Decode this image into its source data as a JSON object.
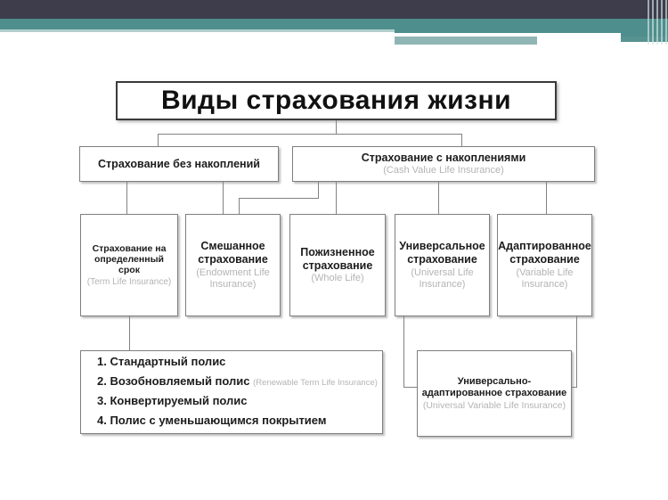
{
  "header": {
    "bar_dark_color": "#3d3d4c",
    "bar_teal_color": "#4e8e8c",
    "bar_pale_color": "#b3cfcd",
    "band_light_color": "#8fb6b4"
  },
  "colors": {
    "text_primary": "#1c1c1c",
    "text_secondary": "#b4b4b4",
    "box_border": "#7f7f7f",
    "title_border": "#3a3a3a",
    "connector": "#828282",
    "background": "#ffffff"
  },
  "diagram": {
    "title": "Виды страхования жизни",
    "level2": [
      {
        "title": "Страхование без накоплений",
        "subtitle": ""
      },
      {
        "title": "Страхование с накоплениями",
        "subtitle": "(Cash Value Life Insurance)"
      }
    ],
    "level3": [
      {
        "title": "Страхование на определенный срок",
        "subtitle": "(Term Life Insurance)"
      },
      {
        "title": "Смешанное страхование",
        "subtitle": "(Endowment Life Insurance)"
      },
      {
        "title": "Пожизненное страхование",
        "subtitle": "(Whole Life)"
      },
      {
        "title": "Универсальное страхование",
        "subtitle": "(Universal Life Insurance)"
      },
      {
        "title": "Адаптированное страхование",
        "subtitle": "(Variable Life Insurance)"
      }
    ],
    "term_policies": {
      "items": [
        {
          "text": "1. Стандартный полис",
          "note": ""
        },
        {
          "text": "2. Возобновляемый полис",
          "note": "(Renewable Term Life Insurance)"
        },
        {
          "text": "3. Конвертируемый полис",
          "note": ""
        },
        {
          "text": "4. Полис с уменьшающимся покрытием",
          "note": ""
        }
      ]
    },
    "universal_variable": {
      "title": "Универсально-адаптированное страхование",
      "subtitle": "(Universal Variable Life Insurance)"
    }
  }
}
